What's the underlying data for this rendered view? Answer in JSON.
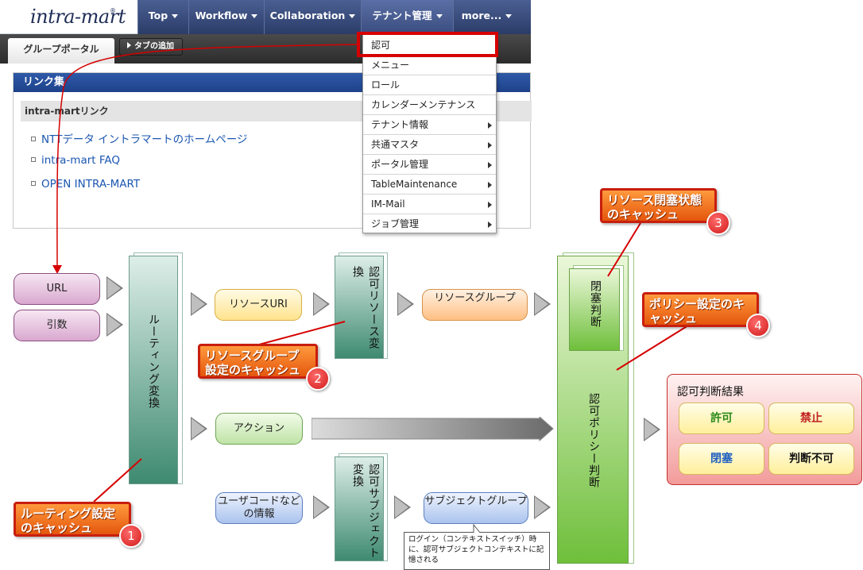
{
  "nav": {
    "logo_text": "intra-mart",
    "logo_mark": "®",
    "items": [
      {
        "label": "Top"
      },
      {
        "label": "Workflow"
      },
      {
        "label": "Collaboration"
      },
      {
        "label": "テナント管理"
      },
      {
        "label": "more..."
      }
    ]
  },
  "tabs": {
    "portal_tab": "グループポータル",
    "add_tab": "タブの追加"
  },
  "portlet": {
    "title": "リンク集",
    "section": "intra-martリンク",
    "links": [
      "NTTデータ イントラマートのホームページ",
      "intra-mart FAQ",
      "OPEN INTRA-MART"
    ]
  },
  "dropdown": {
    "items": [
      {
        "label": "認可",
        "has_sub": false
      },
      {
        "label": "メニュー",
        "has_sub": false
      },
      {
        "label": "ロール",
        "has_sub": false
      },
      {
        "label": "カレンダーメンテナンス",
        "has_sub": false
      },
      {
        "label": "テナント情報",
        "has_sub": true
      },
      {
        "label": "共通マスタ",
        "has_sub": true
      },
      {
        "label": "ポータル管理",
        "has_sub": true
      },
      {
        "label": "TableMaintenance",
        "has_sub": true
      },
      {
        "label": "IM-Mail",
        "has_sub": true
      },
      {
        "label": "ジョブ管理",
        "has_sub": true
      }
    ]
  },
  "diagram": {
    "inputs": {
      "url": "URL",
      "args": "引数"
    },
    "routing": "ルーティング変換",
    "resource_uri": "リソースURI",
    "auth_resource_convert": "認可リソース変換",
    "resource_group": "リソースグループ",
    "action": "アクション",
    "user_info": "ユーザコードなどの情報",
    "auth_subject_convert": "認可サブジェクト変換",
    "subject_group": "サブジェクトグループ",
    "closure_judge": "閉塞判断",
    "policy_judge": "認可ポリシー判断",
    "note": "ログイン（コンテキストスイッチ）時に、認可サブジェクトコンテキストに記憶される",
    "callouts": [
      {
        "text": "ルーティング設定のキャッシュ",
        "badge": "1"
      },
      {
        "text": "リソースグループ設定のキャッシュ",
        "badge": "2"
      },
      {
        "text": "リソース閉塞状態のキャッシュ",
        "badge": "3"
      },
      {
        "text": "ポリシー設定のキャッシュ",
        "badge": "4"
      }
    ],
    "result": {
      "title": "認可判断結果",
      "permit": "許可",
      "deny": "禁止",
      "closed": "閉塞",
      "undecidable": "判断不可"
    }
  },
  "colors": {
    "nav_bg": "#2b3c68",
    "highlight": "#d60000",
    "callout": "#e4560d",
    "badge": "#d11a1a",
    "link": "#1a56b0",
    "permit": "#2a8a1a",
    "deny": "#c02020",
    "closed": "#2060c0"
  }
}
